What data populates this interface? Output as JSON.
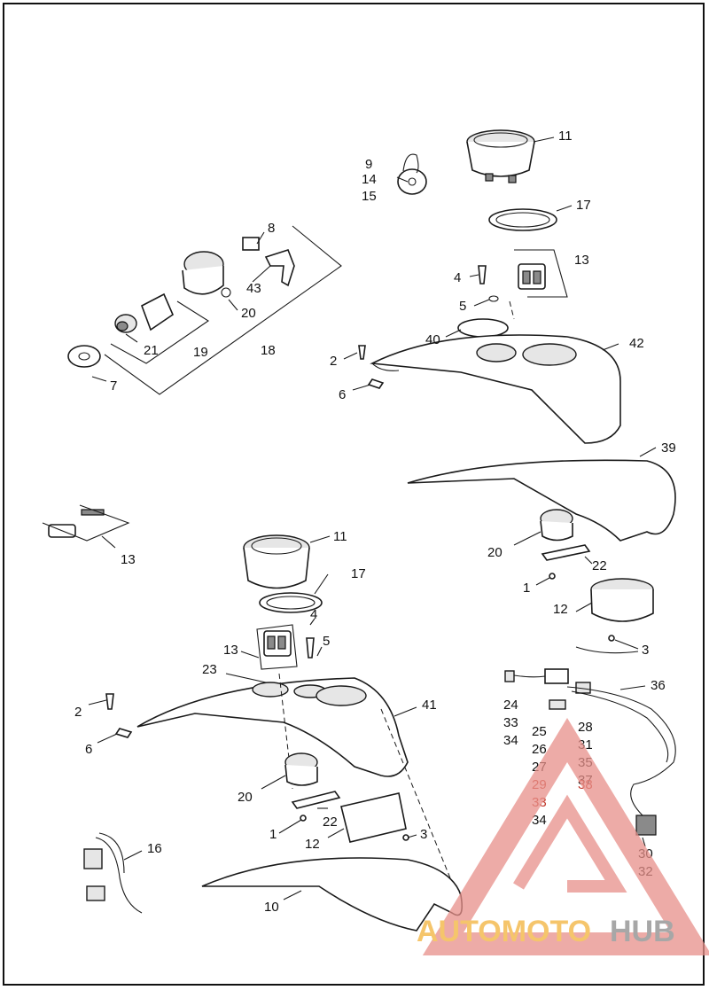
{
  "callouts": [
    {
      "id": "c11a",
      "text": "11"
    },
    {
      "id": "c9",
      "text": "9"
    },
    {
      "id": "c14a",
      "text": "14"
    },
    {
      "id": "c15",
      "text": "15"
    },
    {
      "id": "c17a",
      "text": "17"
    },
    {
      "id": "c8",
      "text": "8"
    },
    {
      "id": "c43",
      "text": "43"
    },
    {
      "id": "c13a",
      "text": "13"
    },
    {
      "id": "c4a",
      "text": "4"
    },
    {
      "id": "c5a",
      "text": "5"
    },
    {
      "id": "c20a",
      "text": "20"
    },
    {
      "id": "c21",
      "text": "21"
    },
    {
      "id": "c19",
      "text": "19"
    },
    {
      "id": "c18",
      "text": "18"
    },
    {
      "id": "c40",
      "text": "40"
    },
    {
      "id": "c42",
      "text": "42"
    },
    {
      "id": "c2a",
      "text": "2"
    },
    {
      "id": "c6a",
      "text": "6"
    },
    {
      "id": "c7",
      "text": "7"
    },
    {
      "id": "c39",
      "text": "39"
    },
    {
      "id": "c13b",
      "text": "13"
    },
    {
      "id": "c20b",
      "text": "20"
    },
    {
      "id": "c22a",
      "text": "22"
    },
    {
      "id": "c1a",
      "text": "1"
    },
    {
      "id": "c11b",
      "text": "11"
    },
    {
      "id": "c17b",
      "text": "17"
    },
    {
      "id": "c12a",
      "text": "12"
    },
    {
      "id": "c4b",
      "text": "4"
    },
    {
      "id": "c13c",
      "text": "13"
    },
    {
      "id": "c5b",
      "text": "5"
    },
    {
      "id": "c3a",
      "text": "3"
    },
    {
      "id": "c23",
      "text": "23"
    },
    {
      "id": "c36",
      "text": "36"
    },
    {
      "id": "c2b",
      "text": "2"
    },
    {
      "id": "c41",
      "text": "41"
    },
    {
      "id": "c24",
      "text": "24"
    },
    {
      "id": "c33a",
      "text": "33"
    },
    {
      "id": "c34a",
      "text": "34"
    },
    {
      "id": "c25",
      "text": "25"
    },
    {
      "id": "c26",
      "text": "26"
    },
    {
      "id": "c27",
      "text": "27"
    },
    {
      "id": "c29",
      "text": "29"
    },
    {
      "id": "c33b",
      "text": "33"
    },
    {
      "id": "c34b",
      "text": "34"
    },
    {
      "id": "c28",
      "text": "28"
    },
    {
      "id": "c31",
      "text": "31"
    },
    {
      "id": "c35",
      "text": "35"
    },
    {
      "id": "c37",
      "text": "37"
    },
    {
      "id": "c38",
      "text": "38"
    },
    {
      "id": "c6b",
      "text": "6"
    },
    {
      "id": "c20c",
      "text": "20"
    },
    {
      "id": "c1b",
      "text": "1"
    },
    {
      "id": "c22b",
      "text": "22"
    },
    {
      "id": "c12b",
      "text": "12"
    },
    {
      "id": "c3b",
      "text": "3"
    },
    {
      "id": "c16",
      "text": "16"
    },
    {
      "id": "c30",
      "text": "30"
    },
    {
      "id": "c32",
      "text": "32"
    },
    {
      "id": "c10",
      "text": "10"
    }
  ],
  "watermark": {
    "part1": "AUTOMOTO",
    "part2": "HUB",
    "color_primary": "#e8908a",
    "color_accent": "#f2b23a",
    "color_gray": "#8a8a8a"
  }
}
